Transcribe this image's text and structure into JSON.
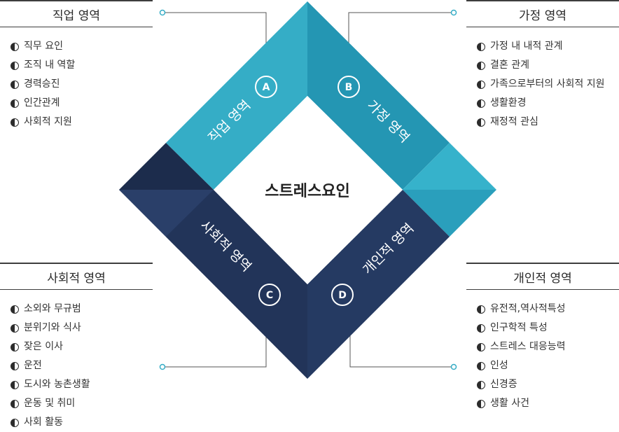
{
  "center_title": "스트레스요인",
  "quadrants": [
    {
      "id": "work",
      "badge": "A",
      "label": "직업 영역",
      "color": "#35adc6"
    },
    {
      "id": "family",
      "badge": "B",
      "label": "가정 영역",
      "color": "#2496b3"
    },
    {
      "id": "social",
      "badge": "C",
      "label": "사회적 영역",
      "color": "#223459"
    },
    {
      "id": "personal",
      "badge": "D",
      "label": "개인적 영역",
      "color": "#253a62"
    }
  ],
  "panels": {
    "work": {
      "title": "직업 영역",
      "items": [
        "직무 요인",
        "조직 내 역할",
        "경력승진",
        "인간관계",
        "사회적 지원"
      ]
    },
    "family": {
      "title": "가정 영역",
      "items": [
        "가정 내 내적 관계",
        "결혼 관계",
        "가족으로부터의 사회적 지원",
        "생활환경",
        "재정적 관심"
      ]
    },
    "social": {
      "title": "사회적 영역",
      "items": [
        "소외와 무규범",
        "분위기와 식사",
        "잦은 이사",
        "운전",
        "도시와 농촌생활",
        "운동 및 취미",
        "사회 활동"
      ]
    },
    "personal": {
      "title": "개인적 영역",
      "items": [
        "유전적,역사적특성",
        "인구학적 특성",
        "스트레스 대응능력",
        "인성",
        "신경증",
        "생활 사건"
      ]
    }
  }
}
